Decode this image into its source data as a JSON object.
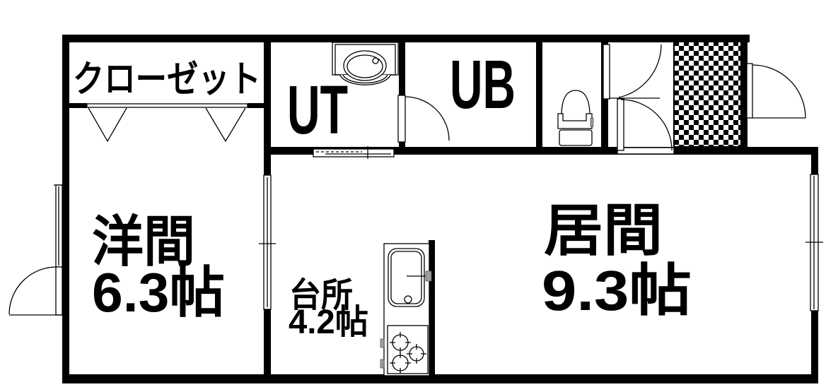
{
  "page": {
    "background_color": "#ffffff",
    "line_color": "#000000",
    "hardware_color": "#9e9e9e"
  },
  "rooms": {
    "closet": {
      "label": "クローゼット"
    },
    "western_room": {
      "label": "洋間",
      "area": "6.3帖"
    },
    "utility": {
      "label": "UT"
    },
    "unit_bath": {
      "label": "UB"
    },
    "kitchen": {
      "label": "台所",
      "area": "4.2帖"
    },
    "living_room": {
      "label": "居間",
      "area": "9.3帖"
    }
  },
  "fixtures": {
    "washbasin": "washbasin-icon",
    "toilet": "toilet-icon",
    "kitchen_sink": "kitchen-sink-icon",
    "gas_stove": "gas-stove-icon",
    "entrance_floor": "entrance-tile-floor",
    "closet_doors": "closet-folding-doors",
    "windows": "window-symbol",
    "doors": "hinged-door-symbol",
    "sliding_doors": "sliding-door-symbol"
  }
}
